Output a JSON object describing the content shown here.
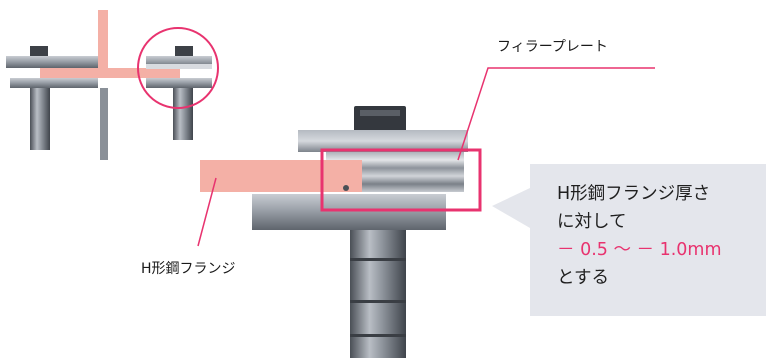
{
  "labels": {
    "filler_plate": "フィラープレート",
    "h_flange": "H形鋼フランジ"
  },
  "note": {
    "line1": "H形鋼フランジ厚さ",
    "line2": "に対して",
    "line3": "－ 0.5 ～ － 1.0mm",
    "line4": "とする"
  },
  "colors": {
    "accent": "#e8336f",
    "flange_pink": "#f4b0a6",
    "note_bg": "#e4e6ec",
    "steel": "#8e949c"
  }
}
